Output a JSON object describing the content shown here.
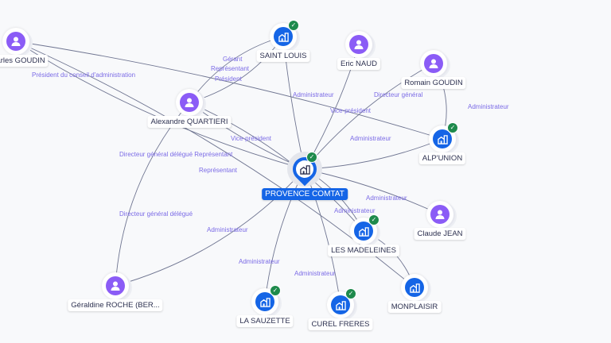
{
  "nodes": [
    {
      "id": "charles",
      "label": "Charles GOUDIN",
      "type": "person",
      "verified": false
    },
    {
      "id": "saintlouis",
      "label": "SAINT LOUIS",
      "type": "company",
      "verified": true
    },
    {
      "id": "eric",
      "label": "Eric NAUD",
      "type": "person",
      "verified": false
    },
    {
      "id": "romain",
      "label": "Romain GOUDIN",
      "type": "person",
      "verified": false
    },
    {
      "id": "alexandre",
      "label": "Alexandre QUARTIERI",
      "type": "person",
      "verified": false
    },
    {
      "id": "alpunion",
      "label": "ALP'UNION",
      "type": "company",
      "verified": true
    },
    {
      "id": "provence",
      "label": "PROVENCE COMTAT",
      "type": "company",
      "verified": true,
      "focus": true
    },
    {
      "id": "claude",
      "label": "Claude JEAN",
      "type": "person",
      "verified": false
    },
    {
      "id": "madeleines",
      "label": "LES MADELEINES",
      "type": "company",
      "verified": true
    },
    {
      "id": "geraldine",
      "label": "Géraldine ROCHE (BER...",
      "type": "person",
      "verified": false
    },
    {
      "id": "monplaisir",
      "label": "MONPLAISIR",
      "type": "company",
      "verified": false
    },
    {
      "id": "sauzette",
      "label": "LA SAUZETTE",
      "type": "company",
      "verified": true
    },
    {
      "id": "curel",
      "label": "CUREL FRERES",
      "type": "company",
      "verified": true
    }
  ],
  "edges": [
    {
      "from": "charles",
      "to": "provence",
      "label": "Président du conseil d'administration"
    },
    {
      "from": "charles",
      "to": "alpunion",
      "label": "Président"
    },
    {
      "from": "charles",
      "to": "monplaisir",
      "label": "Représentant"
    },
    {
      "from": "alexandre",
      "to": "saintlouis",
      "label": "Gérant"
    },
    {
      "from": "alexandre",
      "to": "saintlouis",
      "label": "Représentant"
    },
    {
      "from": "alexandre",
      "to": "provence",
      "label": "Vice-président"
    },
    {
      "from": "alexandre",
      "to": "madeleines",
      "label": "Directeur général délégué Représentant"
    },
    {
      "from": "saintlouis",
      "to": "provence",
      "label": "Administrateur"
    },
    {
      "from": "eric",
      "to": "provence",
      "label": "Vice-président"
    },
    {
      "from": "romain",
      "to": "provence",
      "label": "Directeur général"
    },
    {
      "from": "romain",
      "to": "alpunion",
      "label": "Administrateur"
    },
    {
      "from": "alpunion",
      "to": "provence",
      "label": "Administrateur"
    },
    {
      "from": "claude",
      "to": "provence",
      "label": "Administrateur"
    },
    {
      "from": "madeleines",
      "to": "provence",
      "label": "Administrateur"
    },
    {
      "from": "geraldine",
      "to": "provence",
      "label": "Administrateur"
    },
    {
      "from": "geraldine",
      "to": "alexandre",
      "label": "Directeur général délégué"
    },
    {
      "from": "sauzette",
      "to": "provence",
      "label": "Administrateur"
    },
    {
      "from": "curel",
      "to": "provence",
      "label": "Administrateur"
    },
    {
      "from": "monplaisir",
      "to": "madeleines",
      "label": ""
    }
  ],
  "colors": {
    "person": "#8b5cf6",
    "company": "#1565e6",
    "verified": "#1e8a4c",
    "edge_label": "#7b6be6"
  }
}
